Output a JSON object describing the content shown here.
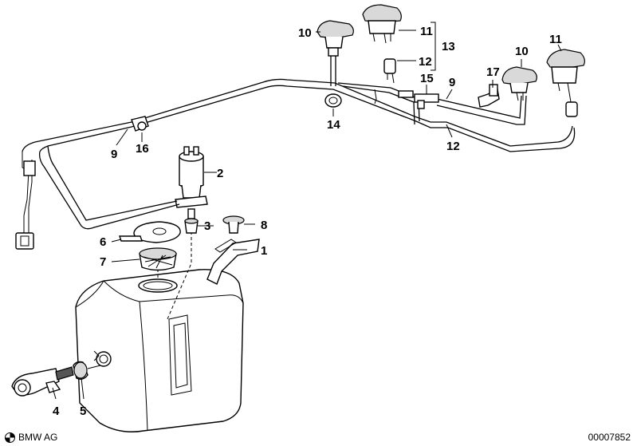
{
  "callouts": {
    "c1": "1",
    "c2": "2",
    "c3": "3",
    "c4": "4",
    "c5": "5",
    "c6": "6",
    "c7": "7",
    "c8": "8",
    "c9a": "9",
    "c9b": "9",
    "c10a": "10",
    "c10b": "10",
    "c11a": "11",
    "c11b": "11",
    "c12a": "12",
    "c12b": "12",
    "c13": "13",
    "c14": "14",
    "c15": "15",
    "c16": "16",
    "c17": "17"
  },
  "footer": {
    "brand": "BMW AG",
    "document_number": "00007852"
  },
  "icons": {
    "brand_logo": "bmw-roundel-icon"
  }
}
